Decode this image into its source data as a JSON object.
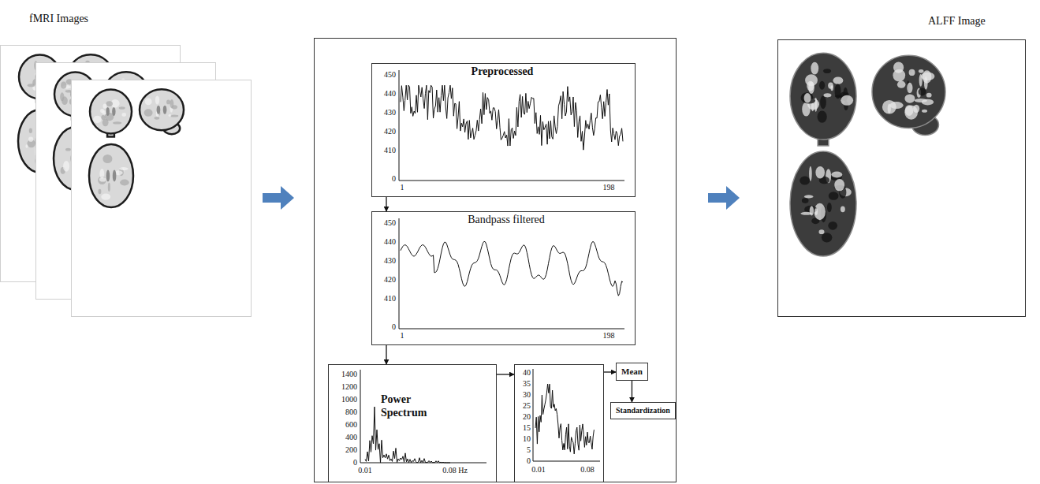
{
  "diagram": {
    "nodes": [
      {
        "text": [
          "fMRI Images"
        ]
      },
      {
        "text": [
          "Preprocessed",
          "450",
          "440",
          "430",
          "420",
          "410",
          "0",
          "1",
          "198"
        ]
      },
      {
        "text": [
          "Bandpass filtered",
          "450",
          "440",
          "430",
          "420",
          "410",
          "0",
          "1",
          "198"
        ]
      },
      {
        "text": [
          "Power Spectrum",
          "1400",
          "1200",
          "1000",
          "800",
          "600",
          "400",
          "200",
          "0",
          "0.01",
          "0.08 Hz"
        ]
      },
      {
        "text": [
          "40",
          "35",
          "30",
          "25",
          "20",
          "15",
          "10",
          "5",
          "0",
          "0.01",
          "0.08"
        ]
      },
      {
        "text": [
          "Mean"
        ]
      },
      {
        "text": [
          "Standardization"
        ]
      },
      {
        "text": [
          "ALFF Image"
        ]
      }
    ],
    "edges": [
      {
        "from": 1,
        "to": 2,
        "arrow": "to"
      },
      {
        "from": 2,
        "to": 3,
        "arrow": "to"
      },
      {
        "from": 3,
        "to": 4,
        "arrow": "to"
      },
      {
        "from": 4,
        "to": 5,
        "arrow": "to"
      },
      {
        "from": 5,
        "to": 6,
        "arrow": "to"
      }
    ]
  }
}
